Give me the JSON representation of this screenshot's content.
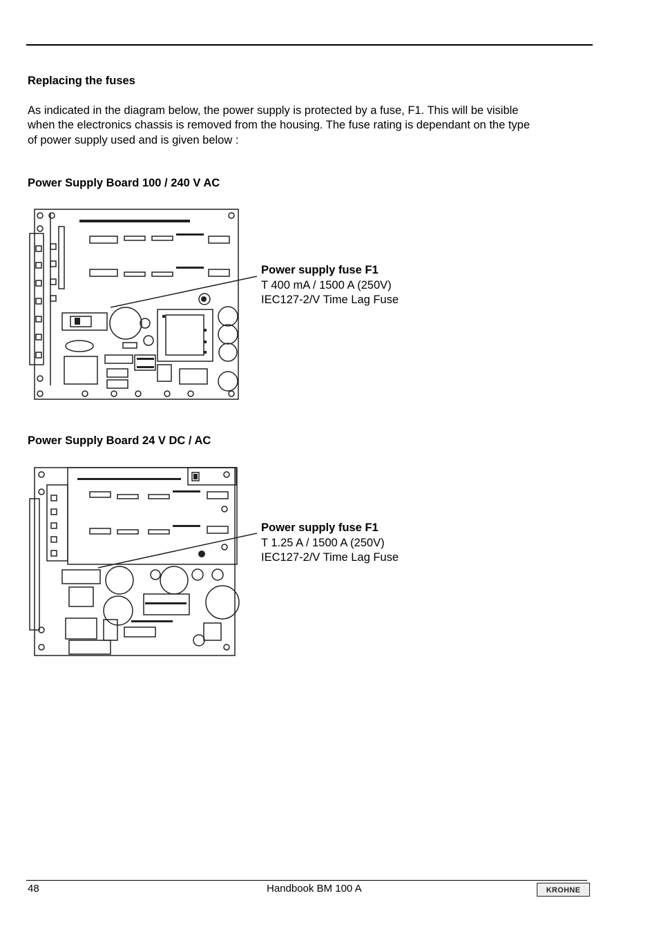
{
  "section_title": "Replacing the fuses",
  "intro_lines": [
    "As indicated in the diagram below, the  power supply is protected by a fuse, F1. This will be visible",
    "when the electronics chassis is removed from the housing. The fuse rating is dependant on the type",
    "of power supply used and is given below :"
  ],
  "boards": [
    {
      "title": "Power Supply Board 100 / 240 V AC",
      "callout_title": "Power supply fuse F1",
      "callout_lines": [
        "T 400 mA / 1500 A (250V)",
        "IEC127-2/V Time Lag Fuse"
      ]
    },
    {
      "title": "Power Supply Board 24 V  DC / AC",
      "callout_title": "Power supply fuse F1",
      "callout_lines": [
        "T 1.25 A / 1500 A (250V)",
        "IEC127-2/V Time Lag Fuse"
      ]
    }
  ],
  "footer": {
    "page_number": "48",
    "handbook_title": "Handbook  BM 100 A",
    "logo_text": "KROHNE"
  }
}
